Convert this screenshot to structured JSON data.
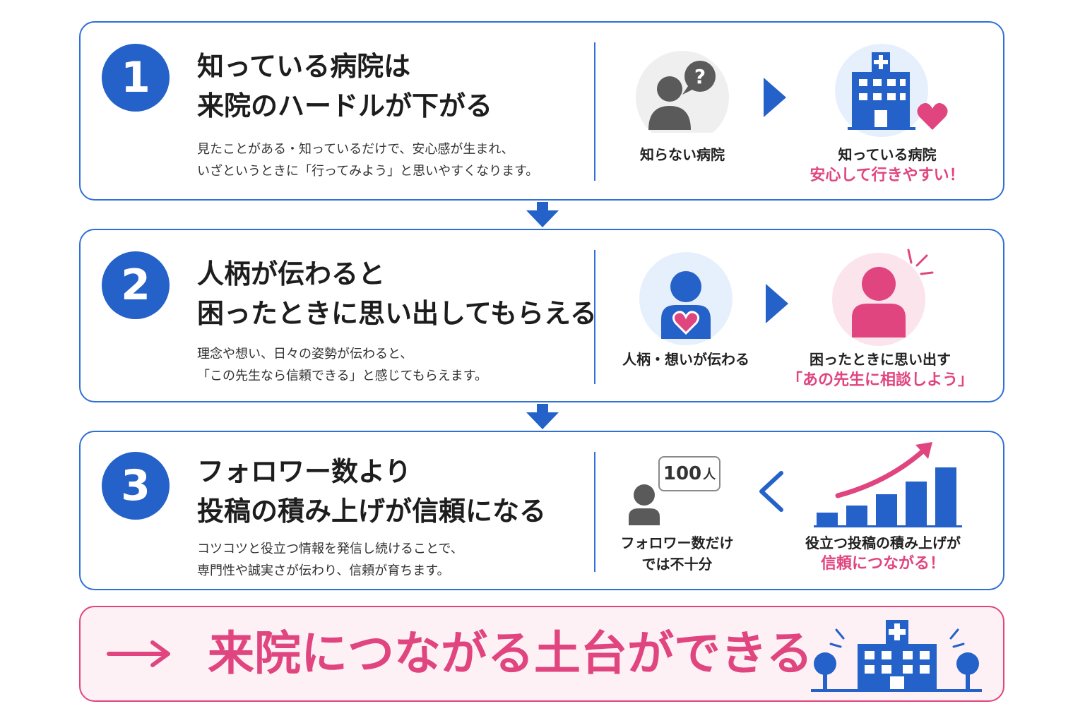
{
  "steps": [
    {
      "number": "1",
      "title_line1": "知っている病院は",
      "title_line2": "来院のハードルが下がる",
      "desc_line1": "見たことがある・知っているだけで、安心感が生まれ、",
      "desc_line2": "いざというときに「行ってみよう」と思いやすくなります。",
      "left_caption": "知らない病院",
      "right_caption": "知っている病院",
      "right_highlight": "安心して行きやすい！"
    },
    {
      "number": "2",
      "title_line1": "人柄が伝わると",
      "title_line2": "困ったときに思い出してもらえる",
      "desc_line1": "理念や想い、日々の姿勢が伝わると、",
      "desc_line2": "「この先生なら信頼できる」と感じてもらえます。",
      "left_caption": "人柄・想いが伝わる",
      "right_caption": "困ったときに思い出す",
      "right_highlight": "「あの先生に相談しよう」"
    },
    {
      "number": "3",
      "title_line1": "フォロワー数より",
      "title_line2": "投稿の積み上げが信頼になる",
      "desc_line1": "コツコツと役立つ情報を発信し続けることで、",
      "desc_line2": "専門性や誠実さが伝わり、信頼が育ちます。",
      "left_badge_number": "100",
      "left_badge_unit": "人",
      "left_caption_line1": "フォロワー数だけ",
      "left_caption_line2": "では不十分",
      "right_caption": "役立つ投稿の積み上げが",
      "right_highlight": "信頼につながる！"
    }
  ],
  "final": {
    "text": "来院につながる土台ができる"
  },
  "colors": {
    "blue": "#2461c8",
    "pink": "#e0457f",
    "gray": "#5a5a5a",
    "light_blue": "#e6f0fc",
    "light_pink": "#fce4ec"
  },
  "icons": [
    "question-person-icon",
    "hospital-heart-icon",
    "person-heart-icon",
    "person-alert-icon",
    "person-icon",
    "growth-chart-icon",
    "hospital-trees-icon",
    "arrow-right-icon"
  ]
}
